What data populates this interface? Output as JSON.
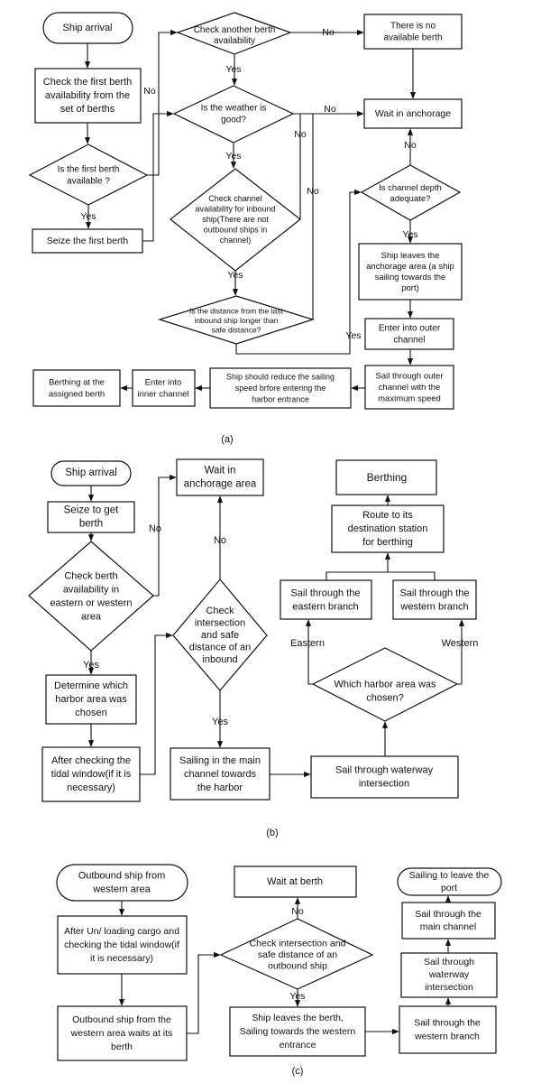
{
  "panels": [
    {
      "id": "a",
      "caption": "(a)",
      "nodes": {
        "ship_arrival": [
          "Ship arrival"
        ],
        "check_first": [
          "Check the first berth",
          "availability from the",
          "set of berths"
        ],
        "first_available": [
          "Is the first berth",
          "available ?"
        ],
        "seize_first": [
          "Seize the first berth"
        ],
        "check_another": [
          "Check another berth",
          "availability"
        ],
        "no_berth": [
          "There is no",
          "available berth"
        ],
        "weather": [
          "Is the weather is",
          "good?"
        ],
        "wait_anchorage": [
          "Wait in anchorage"
        ],
        "channel_avail": [
          "Check channel",
          "availability for inbound",
          "ship(There are not",
          "outbound ships in",
          "channel)"
        ],
        "depth": [
          "Is channel depth",
          "adequate?"
        ],
        "leaves_anchorage": [
          "Ship leaves the",
          "anchorage area (a ship",
          "sailing towards the",
          "port)"
        ],
        "distance": [
          "Is the distance from the last",
          "inbound ship longer than",
          "safe distance?"
        ],
        "outer_channel": [
          "Enter into outer",
          "channel"
        ],
        "sail_outer": [
          "Sail through outer",
          "channel with the",
          "maximum speed"
        ],
        "reduce_speed": [
          "Ship should reduce the sailing",
          "speed brfore entering the",
          "harbor entrance"
        ],
        "inner_channel": [
          "Enter into",
          "inner channel"
        ],
        "berthing": [
          "Berthing at the",
          "assigned berth"
        ]
      },
      "labels": [
        "No",
        "Yes",
        "No",
        "No",
        "No",
        "No",
        "Yes",
        "Yes",
        "Yes",
        "No",
        "Yes"
      ]
    },
    {
      "id": "b",
      "caption": "(b)",
      "nodes": {
        "ship_arrival": [
          "Ship arrival"
        ],
        "seize": [
          "Seize to get",
          "berth"
        ],
        "check_area": [
          "Check berth",
          "availability in",
          "eastern or western",
          "area"
        ],
        "wait_anchorage": [
          "Wait in",
          "anchorage area"
        ],
        "check_inbound": [
          "Check",
          "intersection",
          "and safe",
          "distance of an",
          "inbound"
        ],
        "determine": [
          "Determine which",
          "harbor area was",
          "chosen"
        ],
        "tidal": [
          "After checking the",
          "tidal window(if it is",
          "necessary)"
        ],
        "main_channel": [
          "Sailing in the main",
          "channel towards",
          "the harbor"
        ],
        "waterway": [
          "Sail through waterway",
          "intersection"
        ],
        "which_area": [
          "Which harbor area was",
          "chosen?"
        ],
        "eastern_branch": [
          "Sail through the",
          "eastern branch"
        ],
        "western_branch": [
          "Sail through the",
          "western branch"
        ],
        "route": [
          "Route to its",
          "destination station",
          "for berthing"
        ],
        "berthing": [
          "Berthing"
        ]
      },
      "labels": [
        "No",
        "Yes",
        "No",
        "Yes",
        "Eastern",
        "Western"
      ]
    },
    {
      "id": "c",
      "caption": "(c)",
      "nodes": {
        "outbound_start": [
          "Outbound ship from",
          "western area"
        ],
        "after_loading": [
          "After Un/ loading cargo and",
          "checking the tidal window(if",
          "it is necessary)"
        ],
        "waits_berth": [
          "Outbound ship from the",
          "western area waits at its",
          "berth"
        ],
        "wait_berth": [
          "Wait at berth"
        ],
        "check_outbound": [
          "Check intersection and",
          "safe distance of an",
          "outbound ship"
        ],
        "leaves_berth": [
          "Ship  leaves the berth,",
          "Sailing towards the western",
          "entrance"
        ],
        "western_branch": [
          "Sail through the",
          "western branch"
        ],
        "waterway": [
          "Sail through",
          "waterway",
          "intersection"
        ],
        "main_channel": [
          "Sail through the",
          "main channel"
        ],
        "leave_port": [
          "Sailing to leave the",
          "port"
        ]
      },
      "labels": [
        "No",
        "Yes"
      ]
    }
  ]
}
